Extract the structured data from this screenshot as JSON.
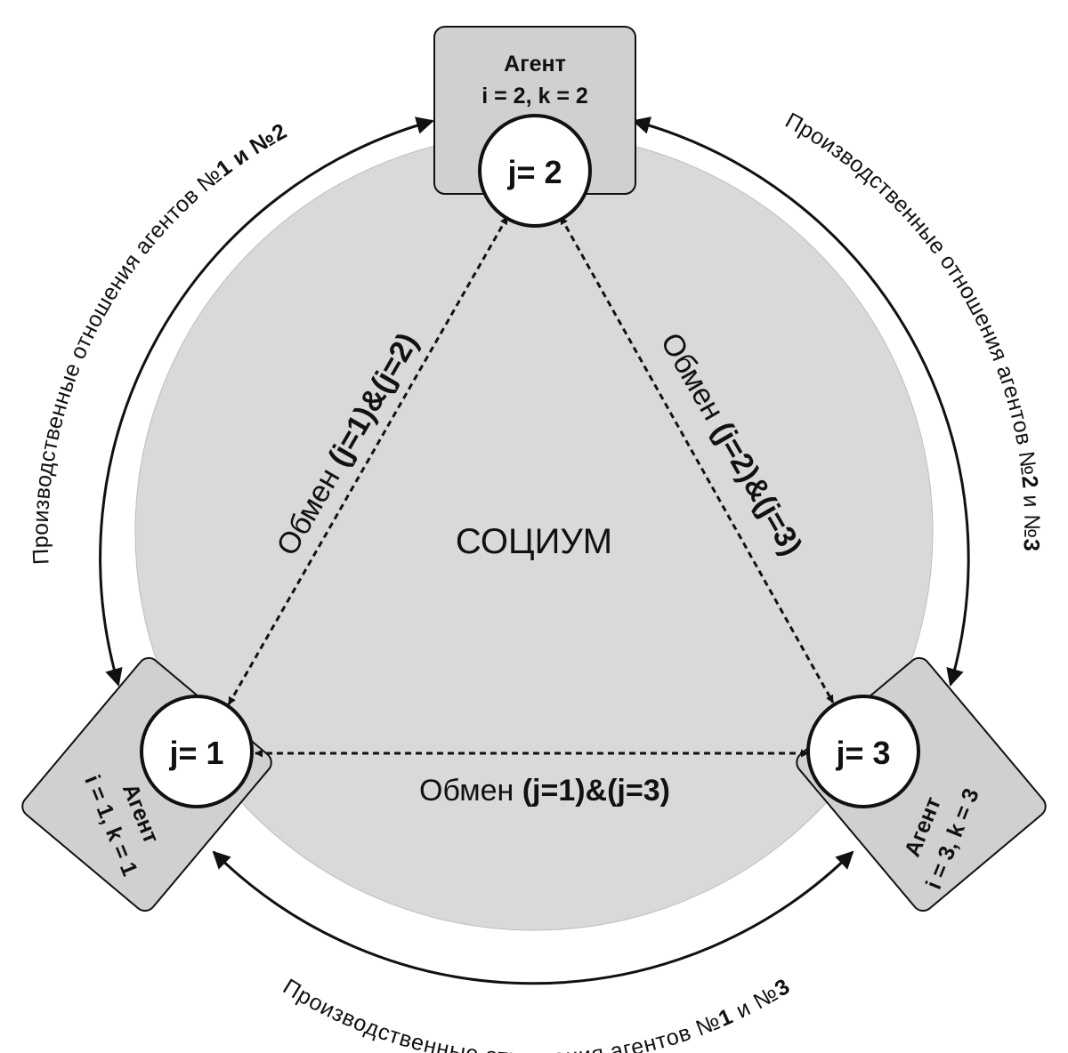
{
  "center_label": "СОЦИУМ",
  "agents": [
    {
      "id": "agent-2",
      "title": "Агент",
      "params": "i = 2, k = 2",
      "node": "j= 2"
    },
    {
      "id": "agent-1",
      "title": "Агент",
      "params": "i = 1, k = 1",
      "node": "j= 1"
    },
    {
      "id": "agent-3",
      "title": "Агент",
      "params": "i = 3, k = 3",
      "node": "j= 3"
    }
  ],
  "exchanges": {
    "e12": {
      "prefix": "Обмен ",
      "bold": "(j=1)&(j=2)"
    },
    "e23": {
      "prefix": "Обмен ",
      "bold": "(j=2)&(j=3)"
    },
    "e13": {
      "prefix": "Обмен ",
      "bold": "(j=1)&(j=3)"
    }
  },
  "production": {
    "p12": {
      "a": "Производственные отношения агентов №",
      "b": "1",
      "c": " и №",
      "d": "2"
    },
    "p23": {
      "a": "Производственные отношения агентов №",
      "b": "2",
      "c": " и №",
      "d": "3"
    },
    "p13": {
      "a": "Производственные отношения агентов №",
      "b": "1",
      "c": " и №",
      "d": "3"
    }
  },
  "colors": {
    "socium_fill": "#d9d9d9",
    "agent_fill": "#d0d0d0",
    "stroke": "#111111",
    "node_fill": "#ffffff"
  }
}
